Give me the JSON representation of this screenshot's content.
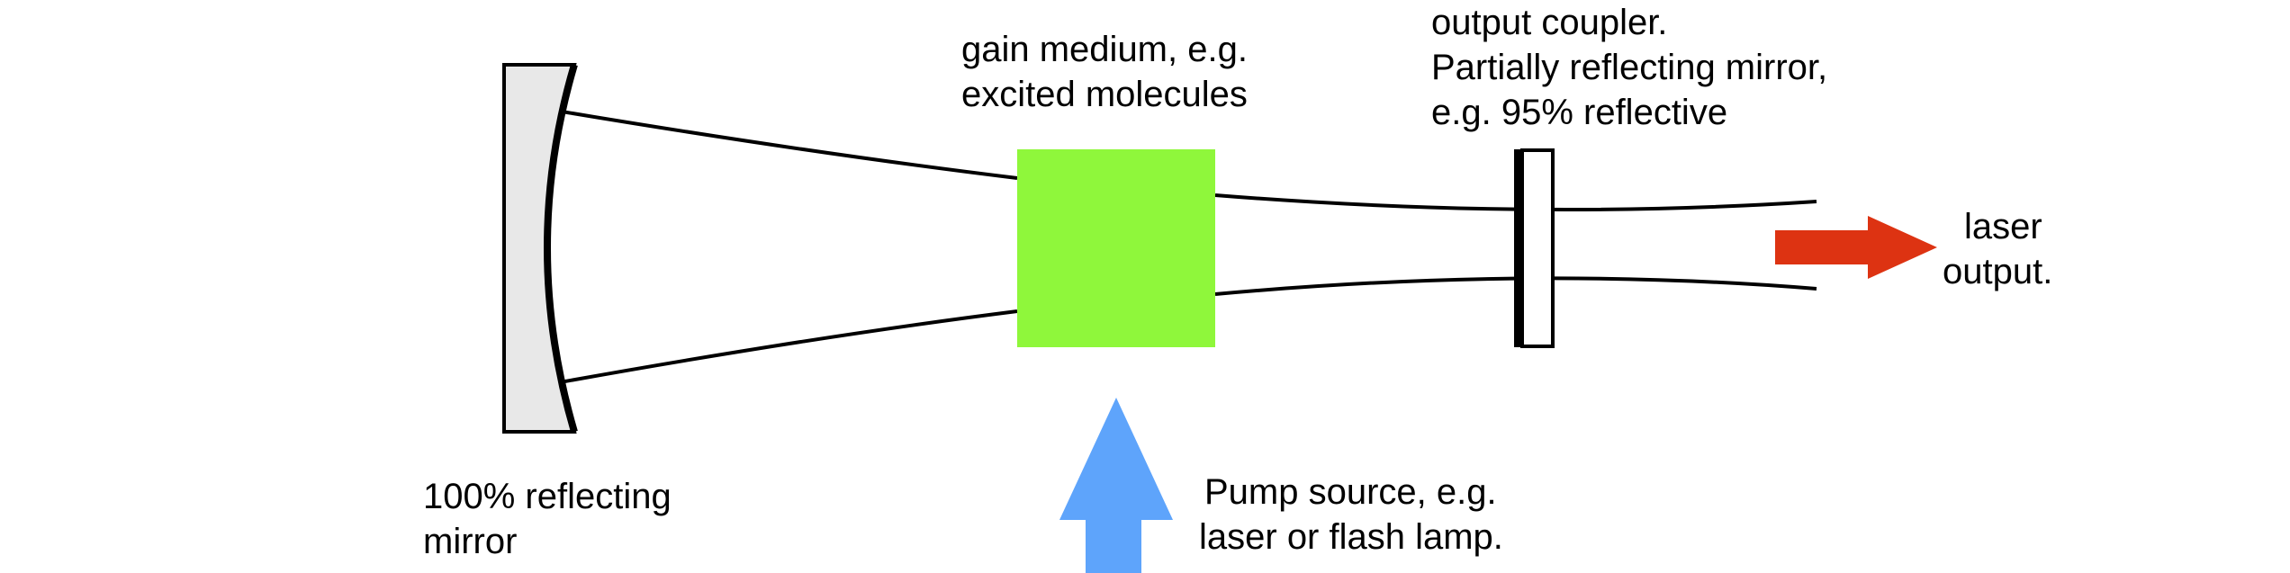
{
  "labels": {
    "mirror_line1": "100% reflecting",
    "mirror_line2": "mirror",
    "gain_line1": "gain medium, e.g.",
    "gain_line2": "excited molecules",
    "coupler_line1": "output coupler.",
    "coupler_line2": "Partially reflecting mirror,",
    "coupler_line3": "e.g. 95% reflective",
    "output_line1": "laser",
    "output_line2": "output.",
    "pump_line1": "Pump source, e.g.",
    "pump_line2": "laser or flash lamp."
  },
  "colors": {
    "gain_medium": "#8ff73b",
    "pump_arrow": "#5ea4fb",
    "output_arrow": "#dd3312",
    "mirror_fill": "#e8e8e8",
    "stroke": "#000000"
  }
}
